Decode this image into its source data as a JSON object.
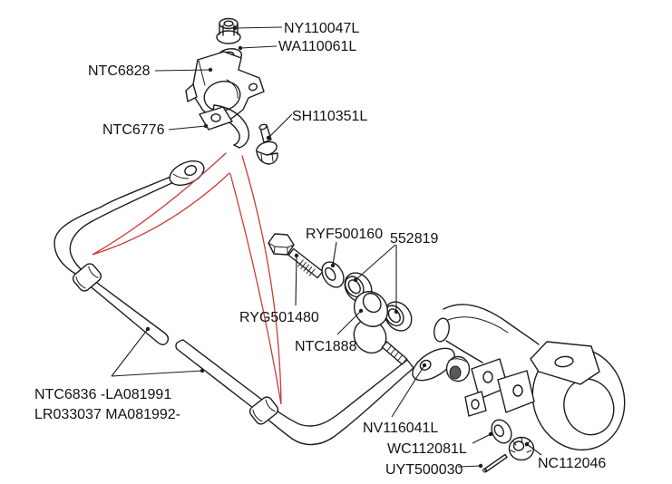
{
  "diagram": {
    "colors": {
      "background": "#ffffff",
      "line": "#1c1c1c",
      "highlight": "#cc3b3b"
    },
    "labels": {
      "ny": {
        "text": "NY110047L"
      },
      "wa": {
        "text": "WA110061L"
      },
      "ntc6828": {
        "text": "NTC6828"
      },
      "ntc6776": {
        "text": "NTC6776"
      },
      "sh": {
        "text": "SH110351L"
      },
      "ryf": {
        "text": "RYF500160"
      },
      "bush": {
        "text": "552819"
      },
      "ryg": {
        "text": "RYG501480"
      },
      "link": {
        "text": "NTC1888"
      },
      "bar1": {
        "text": "NTC6836 -LA081991"
      },
      "bar2": {
        "text": "LR033037 MA081992-"
      },
      "nv": {
        "text": "NV116041L"
      },
      "wc": {
        "text": "WC112081L"
      },
      "uyt": {
        "text": "UYT500030"
      },
      "nc": {
        "text": "NC112046"
      }
    }
  }
}
